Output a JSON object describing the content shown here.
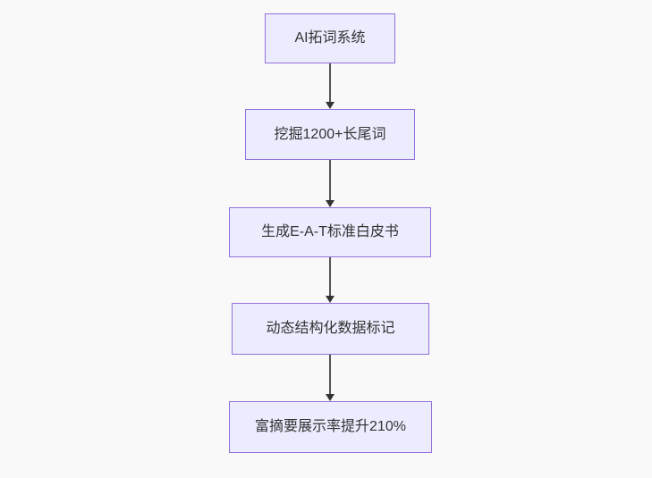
{
  "flowchart": {
    "type": "flowchart",
    "direction": "top-down",
    "colors": {
      "background": "#f9f9f9",
      "node_fill": "#ececff",
      "node_border": "#9370db",
      "node_text": "#333333",
      "arrow_line": "#555555",
      "arrow_head": "#333333"
    },
    "nodes": [
      {
        "label": "AI拓词系统"
      },
      {
        "label": "挖掘1200+长尾词"
      },
      {
        "label": "生成E-A-T标准白皮书"
      },
      {
        "label": "动态结构化数据标记"
      },
      {
        "label": "富摘要展示率提升210%"
      }
    ],
    "edges": [
      {
        "from": "AI拓词系统",
        "to": "挖掘1200+长尾词"
      },
      {
        "from": "挖掘1200+长尾词",
        "to": "生成E-A-T标准白皮书"
      },
      {
        "from": "生成E-A-T标准白皮书",
        "to": "动态结构化数据标记"
      },
      {
        "from": "动态结构化数据标记",
        "to": "富摘要展示率提升210%"
      }
    ]
  }
}
